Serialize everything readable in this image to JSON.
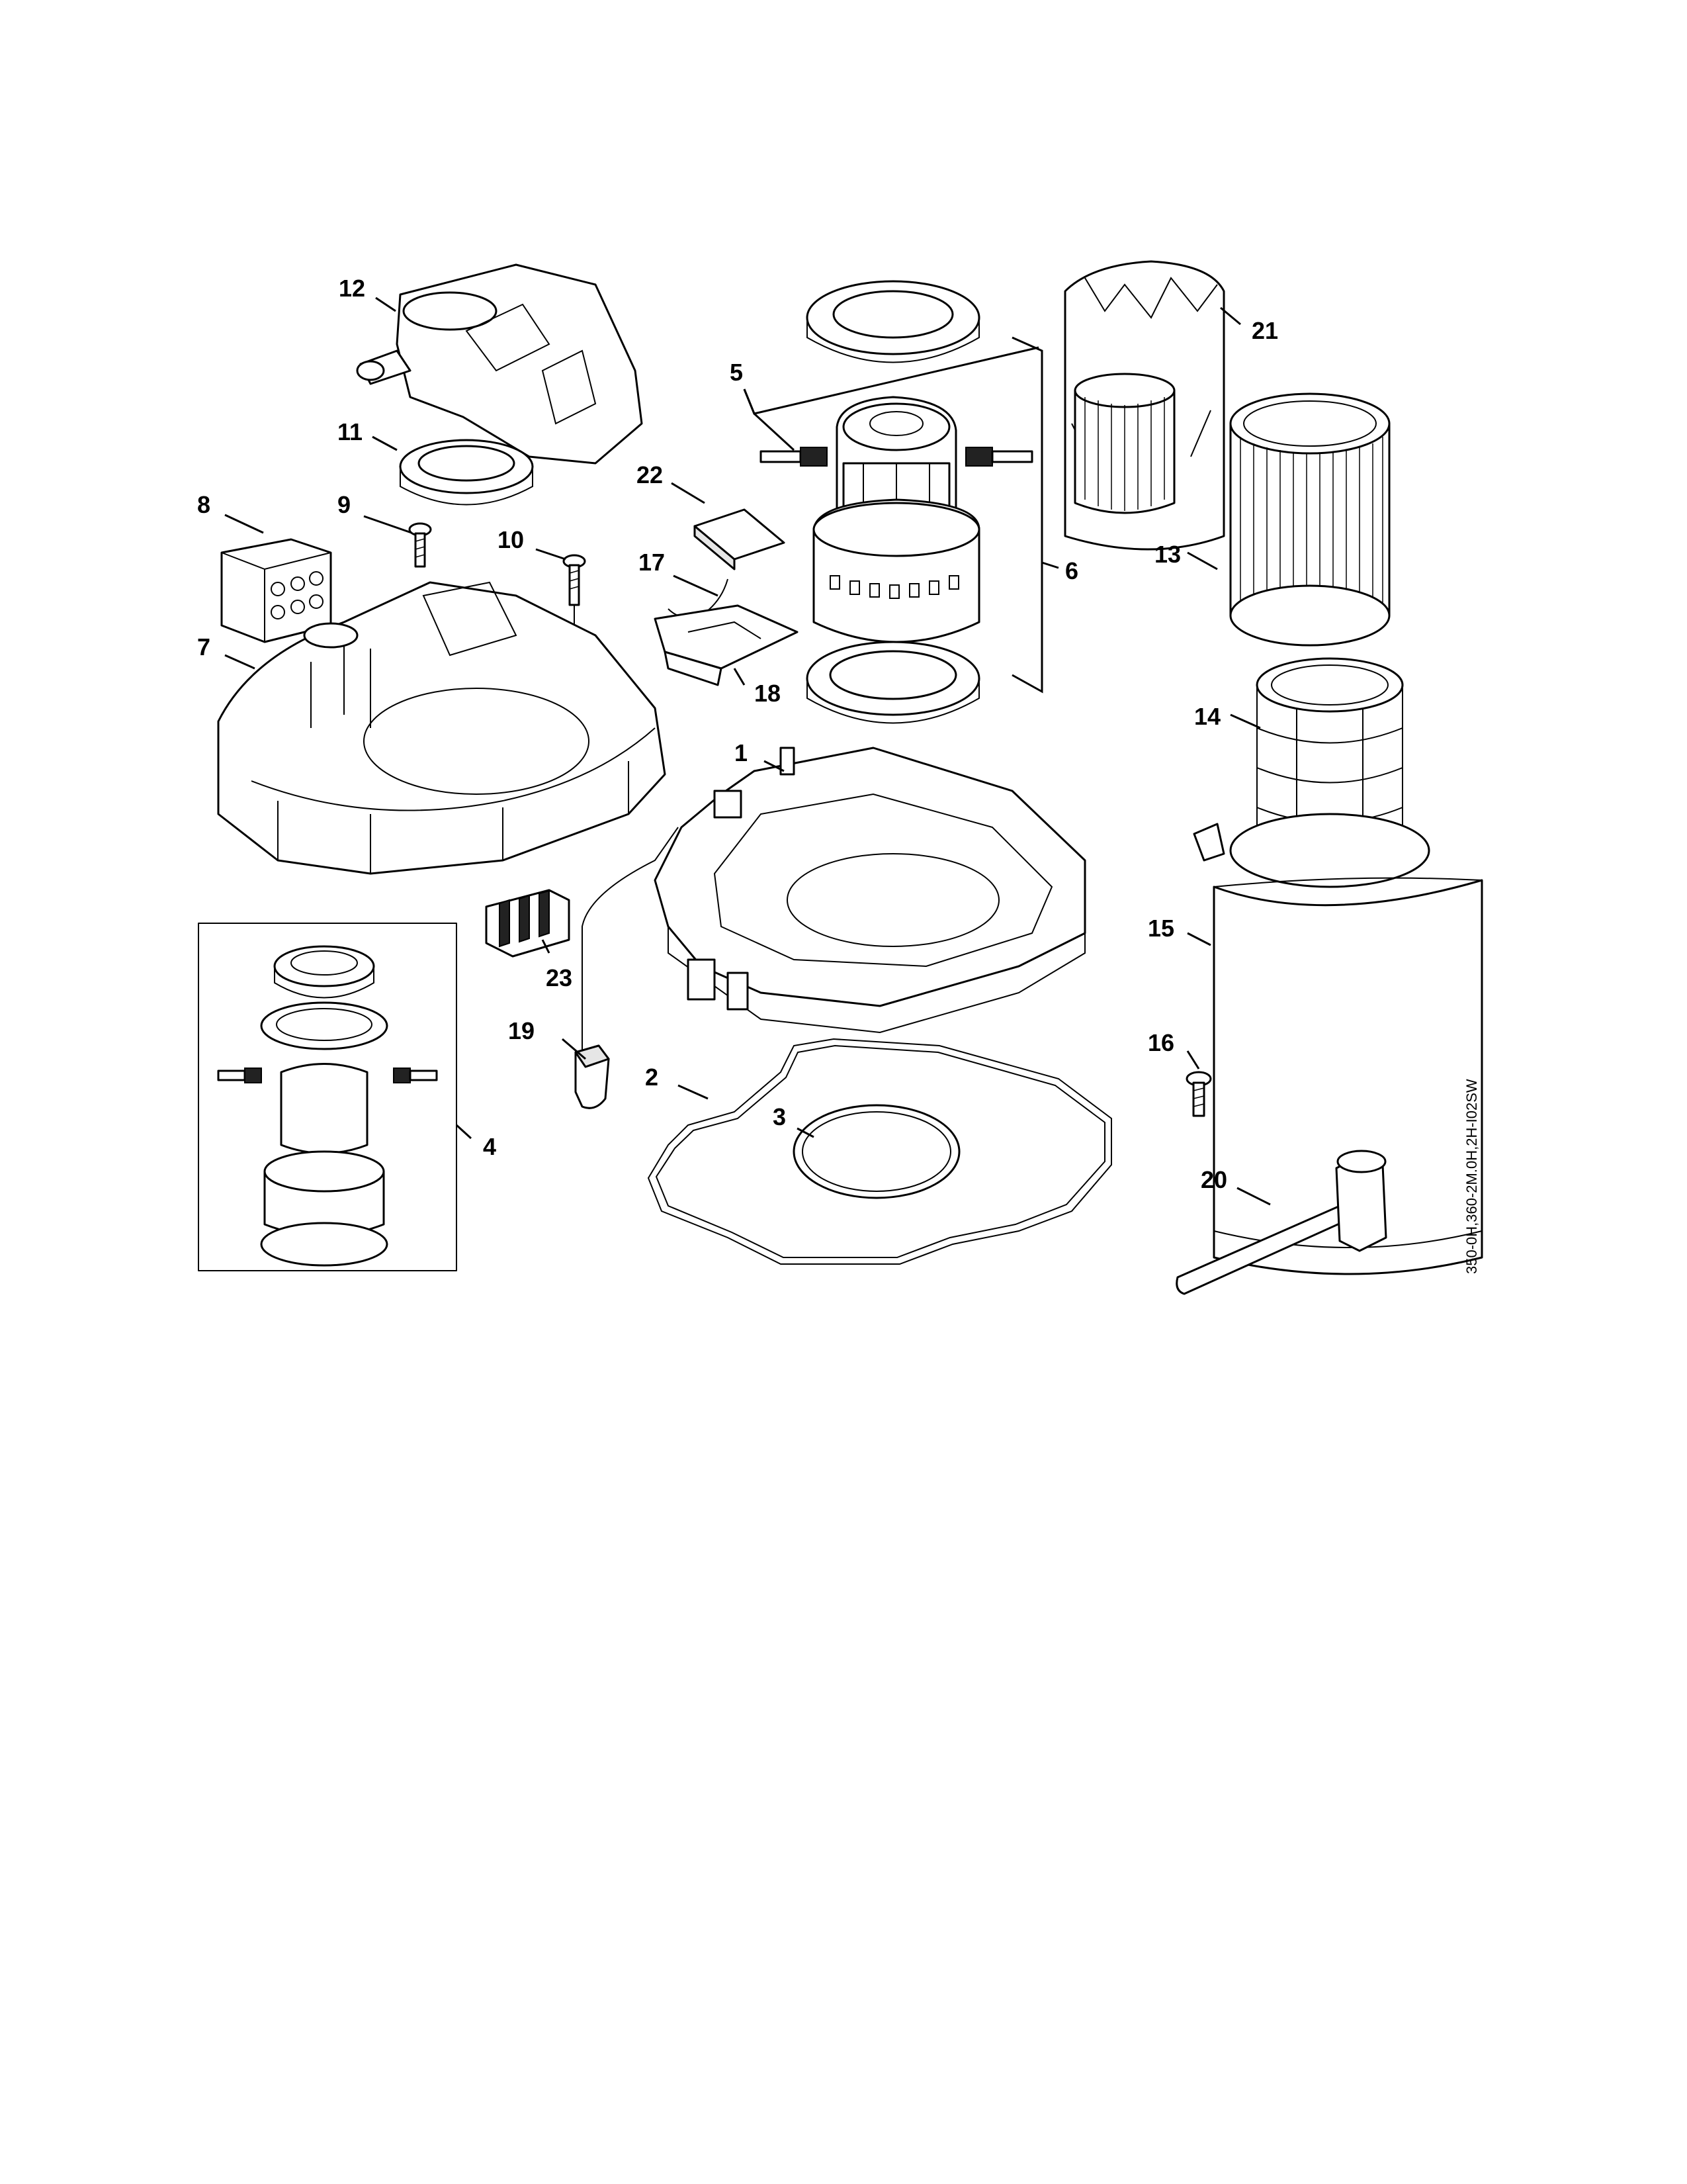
{
  "reference_code": "350-0H,360-2M.0H,2H-I02SW",
  "callouts": [
    {
      "id": "1",
      "label": "1"
    },
    {
      "id": "2",
      "label": "2"
    },
    {
      "id": "3",
      "label": "3"
    },
    {
      "id": "4",
      "label": "4"
    },
    {
      "id": "5",
      "label": "5"
    },
    {
      "id": "6",
      "label": "6"
    },
    {
      "id": "7",
      "label": "7"
    },
    {
      "id": "8",
      "label": "8"
    },
    {
      "id": "9",
      "label": "9"
    },
    {
      "id": "10",
      "label": "10"
    },
    {
      "id": "11",
      "label": "11"
    },
    {
      "id": "12",
      "label": "12"
    },
    {
      "id": "13",
      "label": "13"
    },
    {
      "id": "14",
      "label": "14"
    },
    {
      "id": "15",
      "label": "15"
    },
    {
      "id": "16",
      "label": "16"
    },
    {
      "id": "17",
      "label": "17"
    },
    {
      "id": "18",
      "label": "18"
    },
    {
      "id": "19",
      "label": "19"
    },
    {
      "id": "20",
      "label": "20"
    },
    {
      "id": "21",
      "label": "21"
    },
    {
      "id": "22",
      "label": "22"
    },
    {
      "id": "23",
      "label": "23"
    }
  ]
}
